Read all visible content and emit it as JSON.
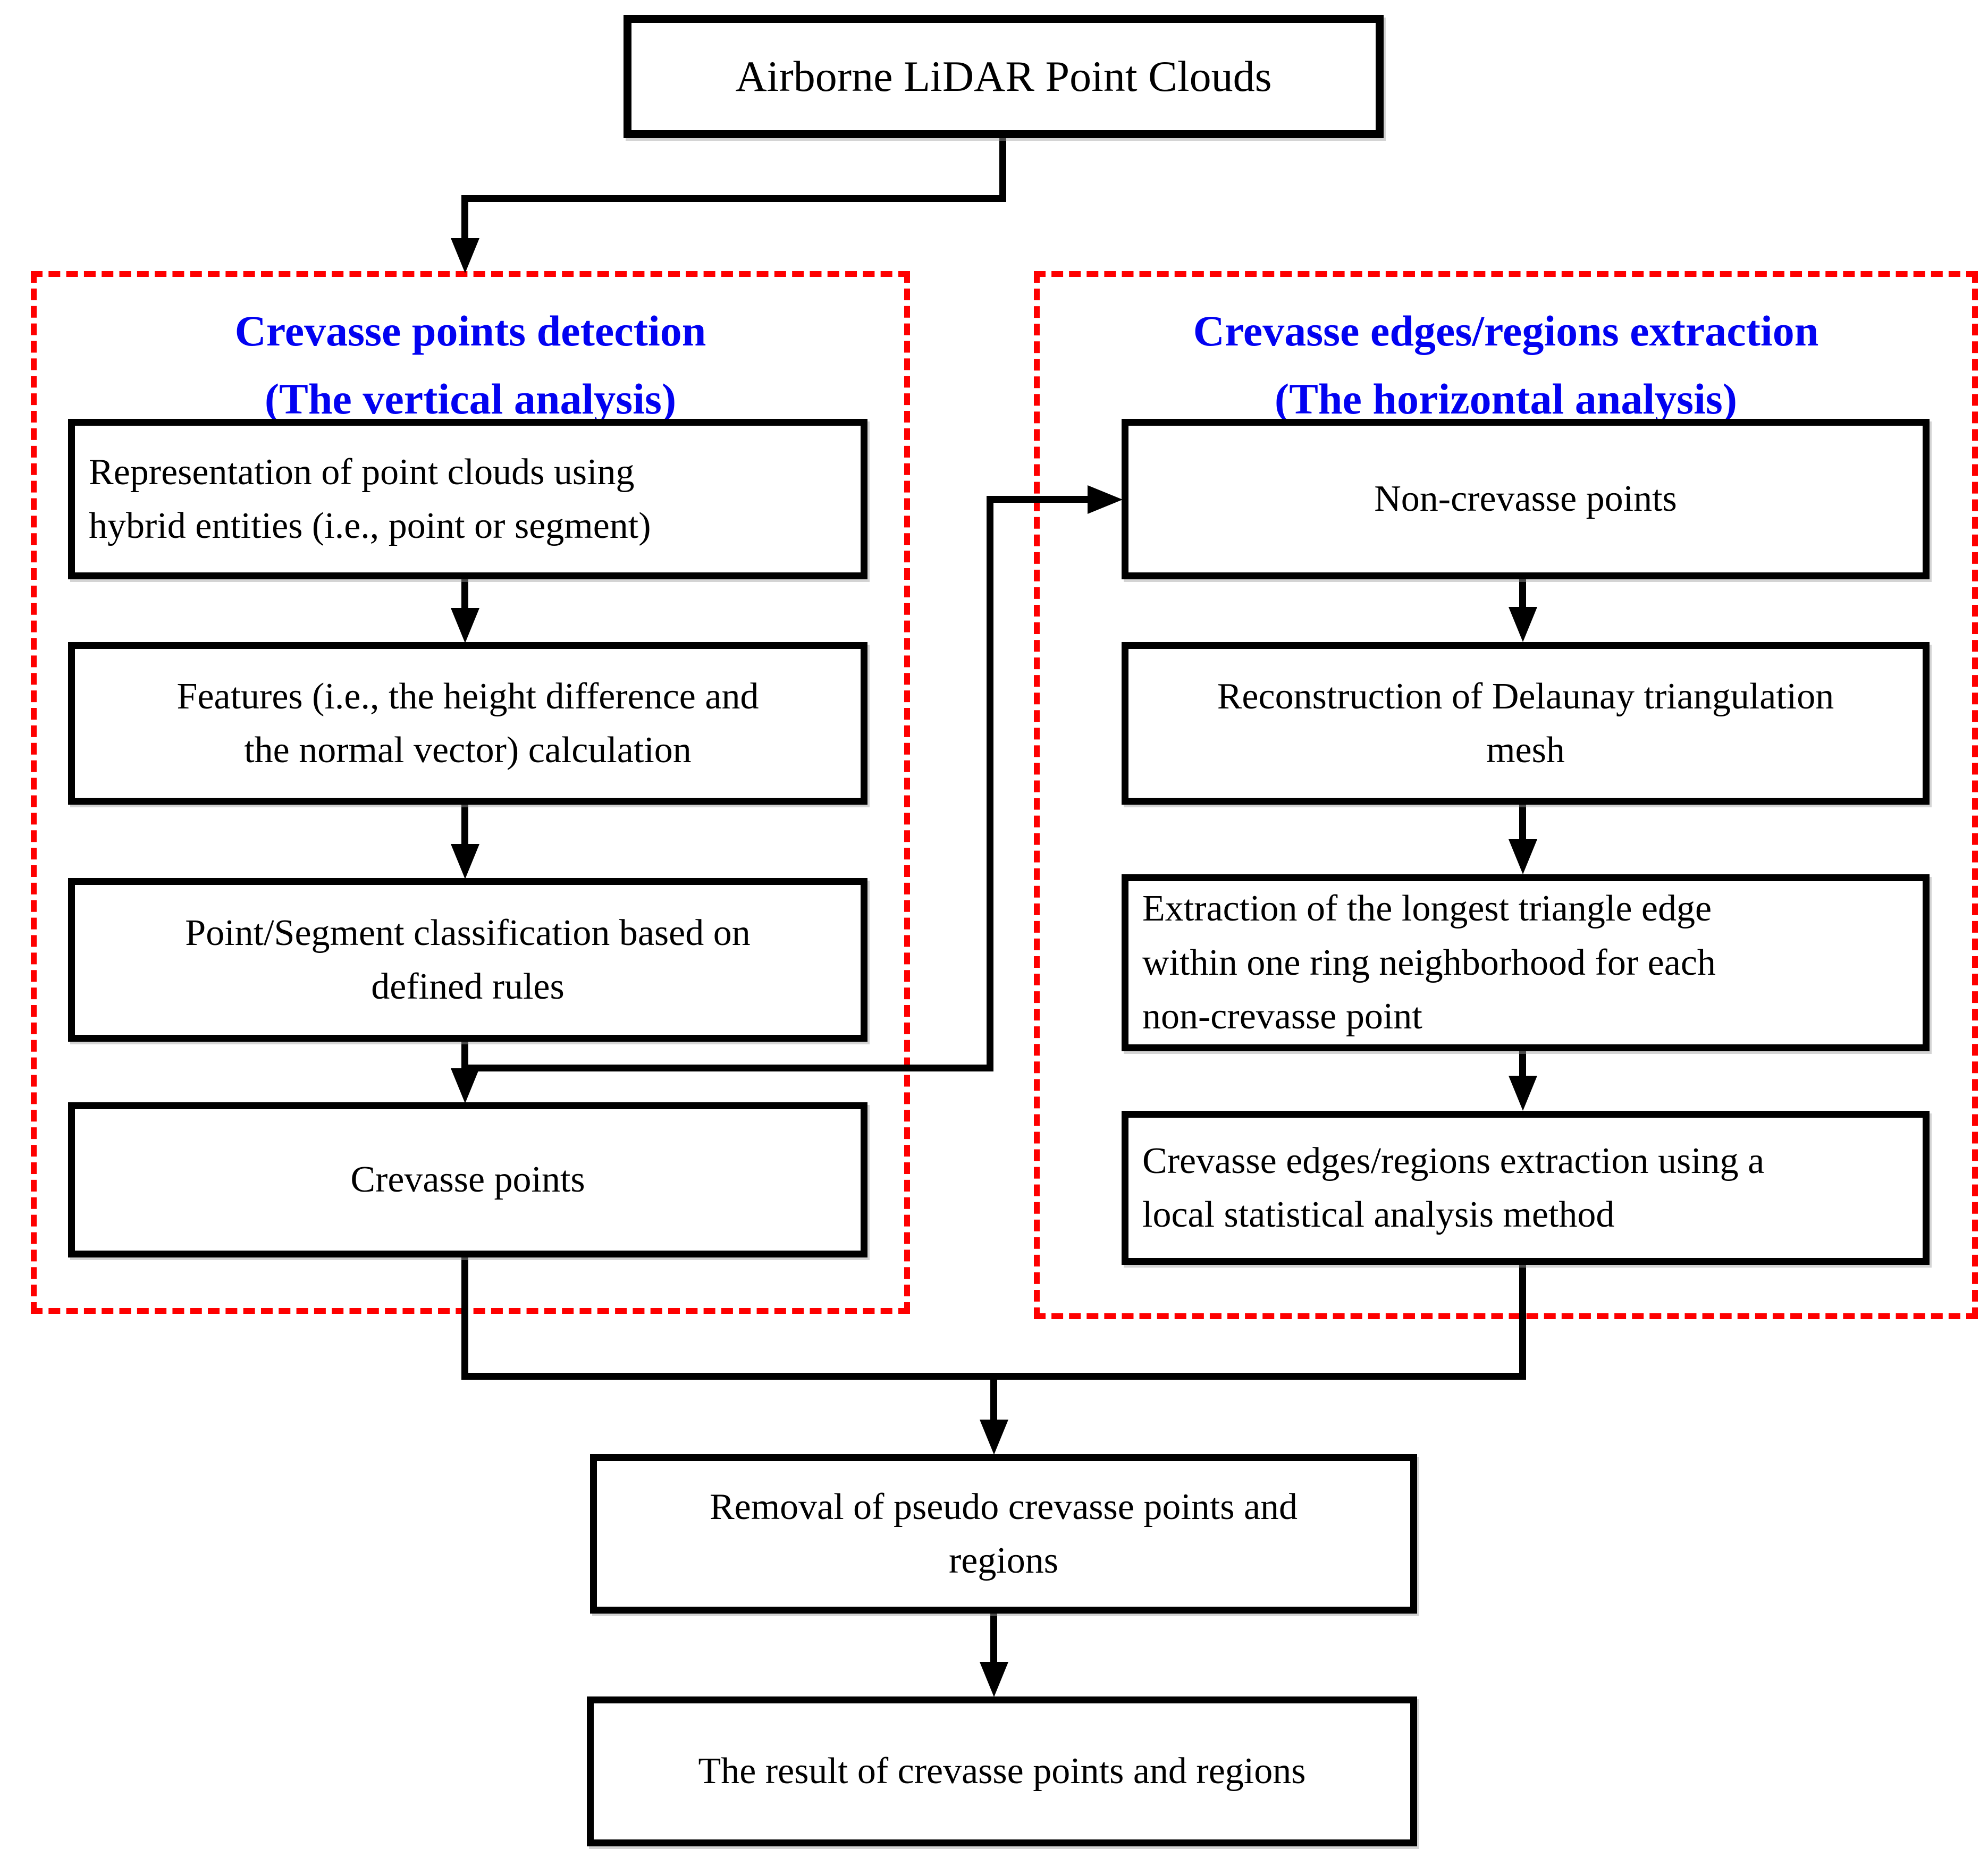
{
  "nodes": {
    "source": "Airborne LiDAR Point Clouds",
    "left_panel": {
      "title_line1": "Crevasse points detection",
      "title_line2": "(The vertical analysis)",
      "steps": [
        "Representation of point clouds using\nhybrid entities (i.e., point or segment)",
        "Features (i.e., the height difference and\nthe normal vector) calculation",
        "Point/Segment classification based on\ndefined rules",
        "Crevasse points"
      ]
    },
    "right_panel": {
      "title_line1": "Crevasse edges/regions extraction",
      "title_line2": "(The horizontal analysis)",
      "steps": [
        "Non-crevasse points",
        "Reconstruction of Delaunay triangulation\nmesh",
        "Extraction of the longest triangle edge\nwithin one ring neighborhood for each\nnon-crevasse point",
        "Crevasse edges/regions extraction using a\nlocal statistical analysis method"
      ]
    },
    "merge_steps": {
      "removal": "Removal of pseudo crevasse points and\nregions",
      "result": "The result of crevasse points and regions"
    }
  },
  "colors": {
    "box_border": "#000000",
    "panel_border": "#fe0000",
    "panel_title_text": "#0202f1",
    "body_text": "#000000",
    "background": "#ffffff"
  }
}
